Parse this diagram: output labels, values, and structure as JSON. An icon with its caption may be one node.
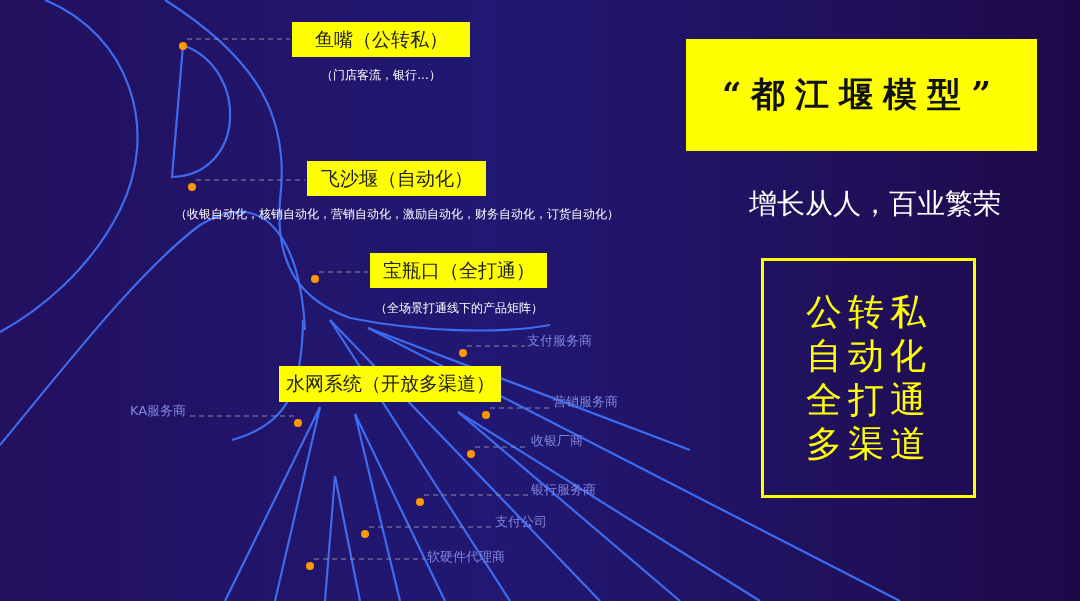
{
  "diagram": {
    "title": "“都江堰模型”",
    "nodes": [
      {
        "text": [
          "鱼嘴（公转私）"
        ],
        "beside": [
          "（门店客流，银行...）"
        ]
      },
      {
        "text": [],
        "shape": "circle"
      },
      {
        "text": [
          "飞沙堰（自动化）"
        ],
        "beside": [
          "（收银自动化，核销自动化，营销自动化，激励自动化，财务自动化，订货自动化）"
        ]
      },
      {
        "text": [],
        "shape": "circle"
      },
      {
        "text": [
          "宝瓶口（全打通）"
        ],
        "beside": [
          "（全场景打通线下的产品矩阵）"
        ]
      },
      {
        "text": [],
        "shape": "circle"
      },
      {
        "text": [
          "水网系统（开放多渠道）"
        ]
      },
      {
        "text": [],
        "shape": "circle"
      },
      {
        "text": [
          "KA服务商"
        ]
      },
      {
        "text": [],
        "shape": "circle"
      },
      {
        "text": [
          "支付服务商"
        ]
      },
      {
        "text": [],
        "shape": "circle"
      },
      {
        "text": [
          "营销服务商"
        ]
      },
      {
        "text": [],
        "shape": "circle"
      },
      {
        "text": [
          "收银厂商"
        ]
      },
      {
        "text": [],
        "shape": "circle"
      },
      {
        "text": [
          "银行服务商"
        ]
      },
      {
        "text": [],
        "shape": "circle"
      },
      {
        "text": [
          "支付公司"
        ]
      },
      {
        "text": [],
        "shape": "circle"
      },
      {
        "text": [
          "软硬件代理商"
        ]
      },
      {
        "text": [
          "公转私",
          "自动化",
          "全打通",
          "多渠道"
        ]
      }
    ],
    "edges": [
      {
        "from": 1,
        "to": 0,
        "arrow": "none",
        "style": "dashed"
      },
      {
        "from": 3,
        "to": 2,
        "arrow": "none",
        "style": "dashed"
      },
      {
        "from": 5,
        "to": 4,
        "arrow": "none",
        "style": "dashed"
      },
      {
        "from": 7,
        "to": 8,
        "arrow": "none",
        "style": "dashed"
      },
      {
        "from": 9,
        "to": 10,
        "arrow": "none",
        "style": "dashed"
      },
      {
        "from": 11,
        "to": 12,
        "arrow": "none",
        "style": "dashed"
      },
      {
        "from": 13,
        "to": 14,
        "arrow": "none",
        "style": "dashed"
      },
      {
        "from": 15,
        "to": 16,
        "arrow": "none",
        "style": "dashed"
      },
      {
        "from": 17,
        "to": 18,
        "arrow": "none",
        "style": "dashed"
      },
      {
        "from": 19,
        "to": 20,
        "arrow": "none",
        "style": "dashed"
      }
    ],
    "labels": [
      "增长从人，百业繁荣"
    ]
  }
}
